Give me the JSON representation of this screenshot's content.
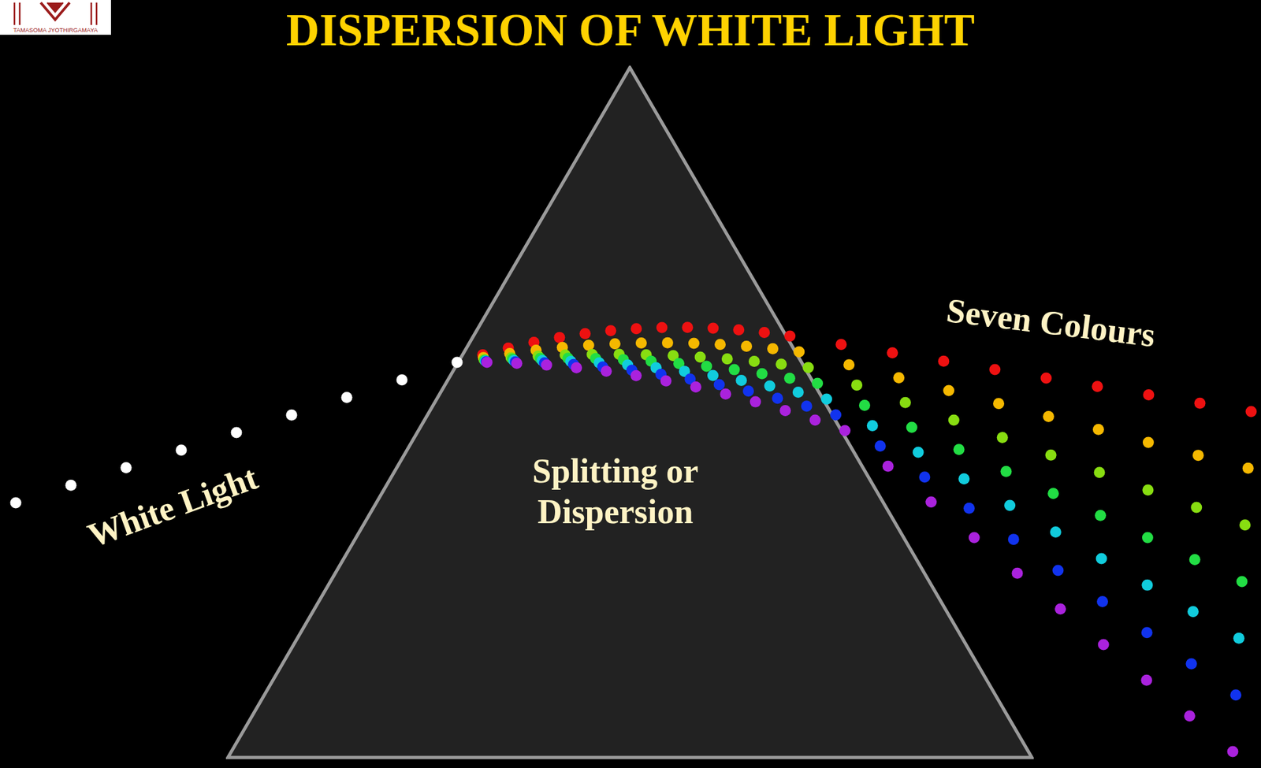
{
  "diagram": {
    "title": "DISPERSION OF WHITE LIGHT",
    "nodes": [
      {
        "text": [
          "TAMASOMA JYOTHIRGAMAYA"
        ]
      },
      {
        "text": [
          "Splitting or Dispersion"
        ]
      }
    ],
    "labels": [
      "White Light",
      "Seven Colours"
    ]
  }
}
